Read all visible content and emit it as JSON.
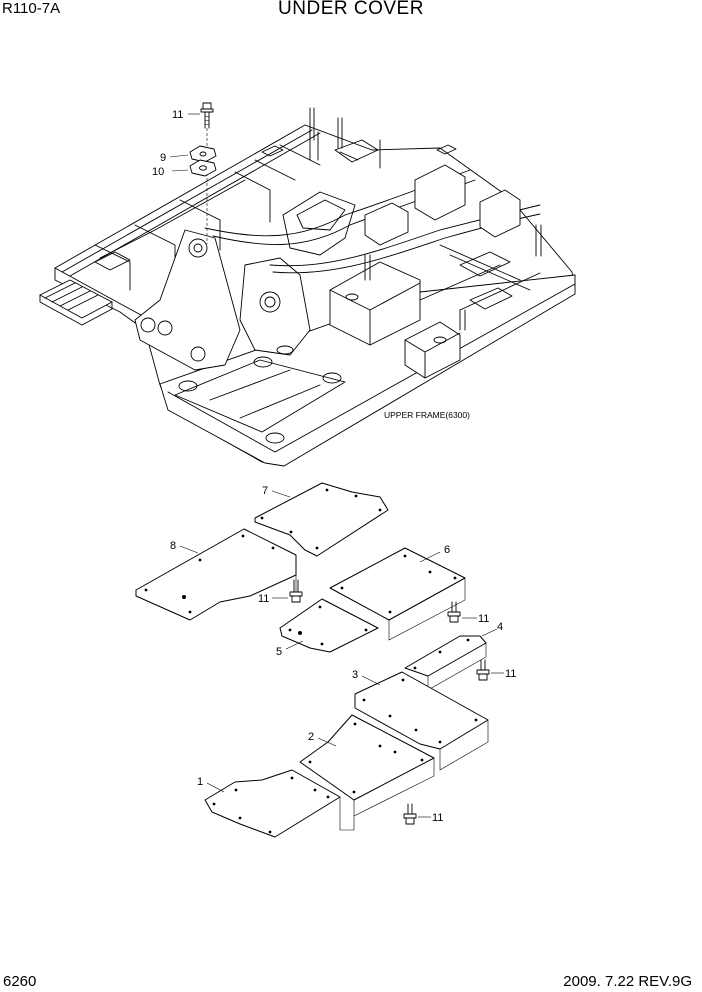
{
  "header": {
    "model": "R110-7A",
    "title": "UNDER COVER"
  },
  "footer": {
    "page_number": "6260",
    "revision": "2009. 7.22  REV.9G"
  },
  "diagram": {
    "caption_upper_frame": "UPPER FRAME(6300)",
    "callouts": {
      "c1": "1",
      "c2": "2",
      "c3": "3",
      "c4": "4",
      "c5": "5",
      "c6": "6",
      "c7": "7",
      "c8": "8",
      "c9": "9",
      "c10": "10",
      "c11": "11"
    }
  }
}
